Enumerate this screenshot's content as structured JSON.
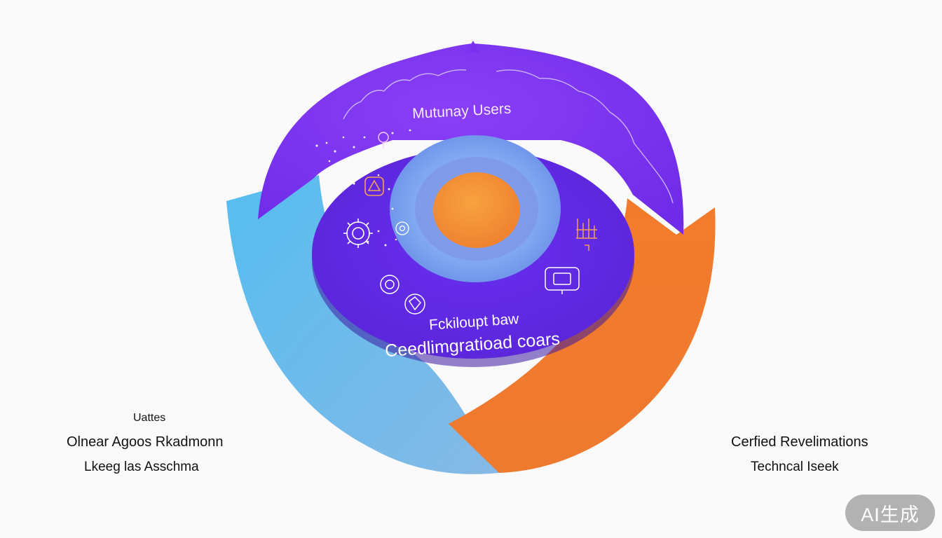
{
  "diagram": {
    "outer_ring_label": "Mutunay Users",
    "inner_label_line1": "Fckiloupt baw",
    "inner_label_line2": "Ceedlimgratioad coars"
  },
  "left_labels": {
    "small": "Uattes",
    "line1": "Olnear Agoos Rkadmonn",
    "line2": "Lkeeg las Asschma"
  },
  "right_labels": {
    "line1": "Cerfied Revelimations",
    "line2": "Techncal Iseek"
  },
  "watermark": {
    "text": "AI生成"
  },
  "colors": {
    "purple": "#7a32f0",
    "blue": "#5bb8ec",
    "orange": "#f07a2e",
    "core_orange": "#f39333",
    "glass_blue": "#8fb2f2"
  }
}
